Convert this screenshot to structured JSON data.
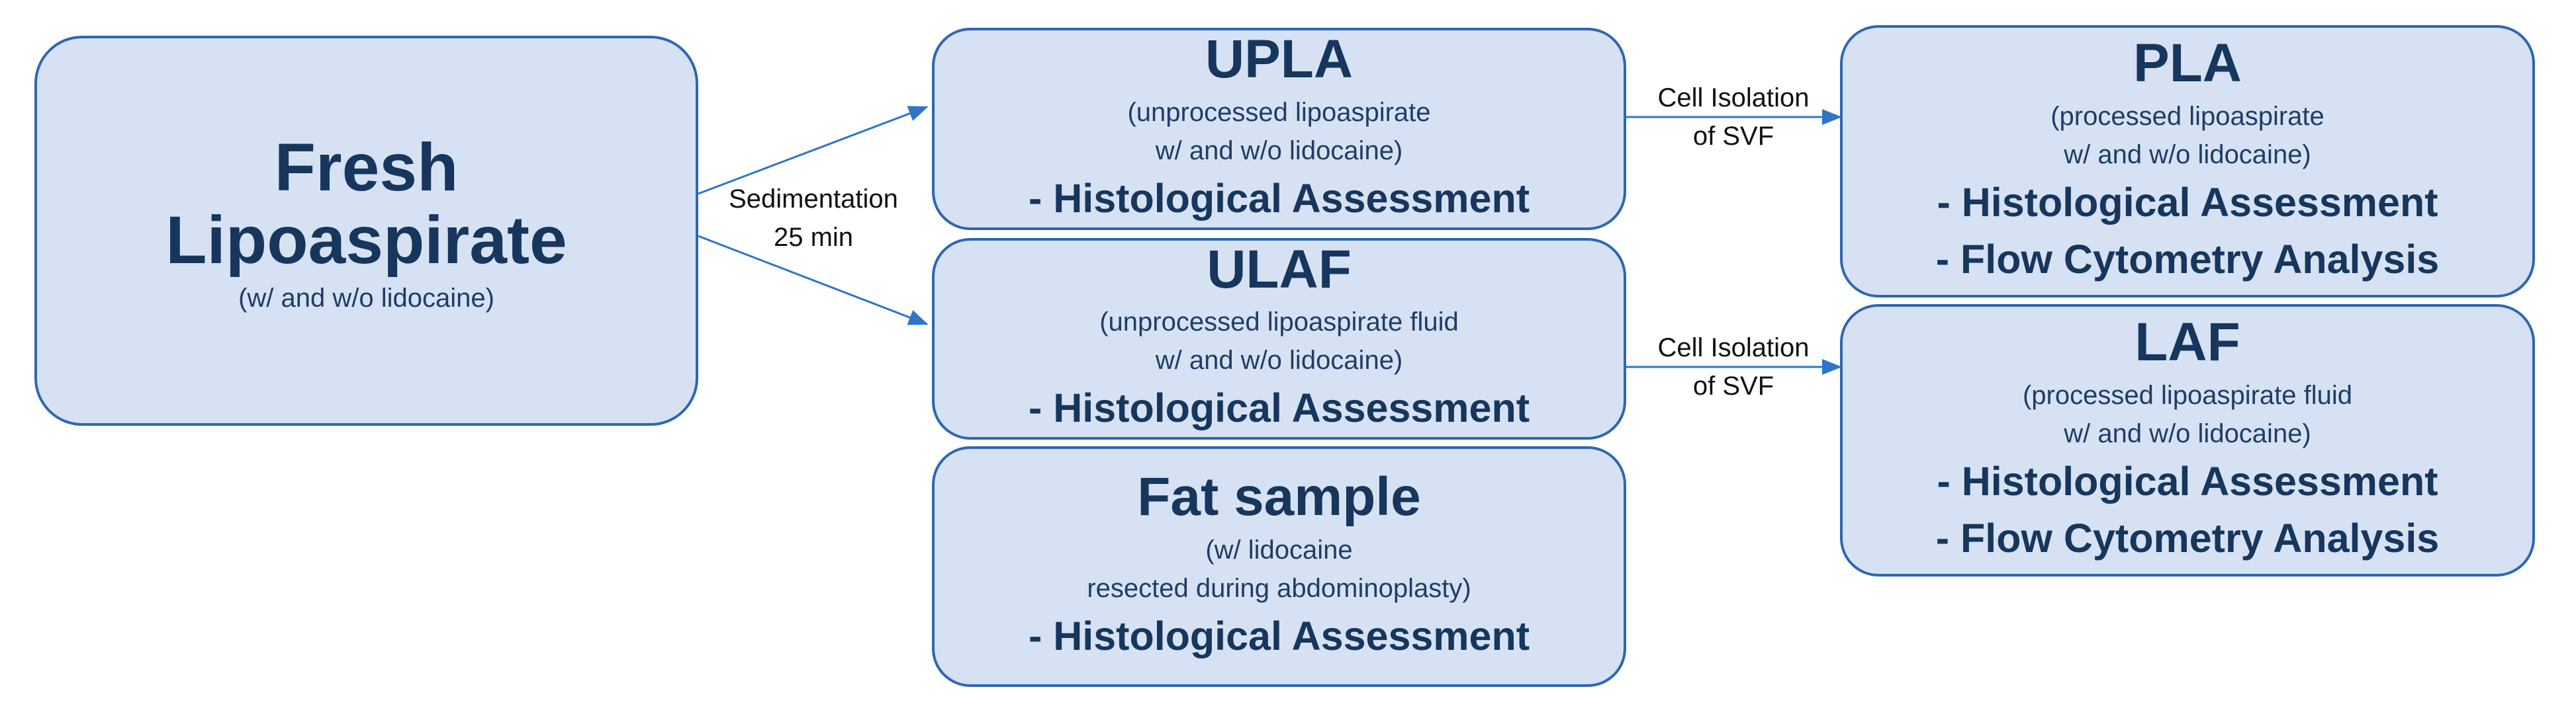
{
  "nodes": {
    "fresh": {
      "title_line1": "Fresh",
      "title_line2": "Lipoaspirate",
      "subtitle": "(w/ and w/o lidocaine)"
    },
    "upla": {
      "title": "UPLA",
      "sub_line1": "(unprocessed lipoaspirate",
      "sub_line2": "w/ and w/o lidocaine)",
      "bullet1": "- Histological Assessment"
    },
    "ulaf": {
      "title": "ULAF",
      "sub_line1": "(unprocessed lipoaspirate fluid",
      "sub_line2": "w/ and w/o lidocaine)",
      "bullet1": "- Histological Assessment"
    },
    "fat": {
      "title": "Fat sample",
      "sub_line1": "(w/ lidocaine",
      "sub_line2": "resected during abdominoplasty)",
      "bullet1": "- Histological Assessment"
    },
    "pla": {
      "title": "PLA",
      "sub_line1": "(processed lipoaspirate",
      "sub_line2": "w/ and w/o lidocaine)",
      "bullet1": "- Histological Assessment",
      "bullet2": "- Flow Cytometry Analysis"
    },
    "laf": {
      "title": "LAF",
      "sub_line1": "(processed lipoaspirate fluid",
      "sub_line2": "w/ and w/o lidocaine)",
      "bullet1": "- Histological Assessment",
      "bullet2": "- Flow Cytometry Analysis"
    }
  },
  "edges": {
    "sedimentation": {
      "line1": "Sedimentation",
      "line2": "25 min"
    },
    "cell_isolation_top": {
      "line1": "Cell Isolation",
      "line2": "of SVF"
    },
    "cell_isolation_bottom": {
      "line1": "Cell Isolation",
      "line2": "of SVF"
    }
  },
  "colors": {
    "box_fill": "#d6e2f3",
    "box_border": "#2e66b4",
    "title_text": "#17365d",
    "arrow": "#2e74c8"
  }
}
